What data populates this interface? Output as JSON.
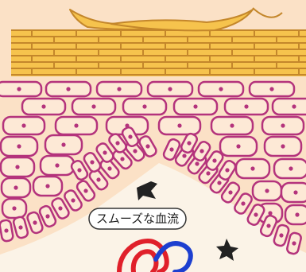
{
  "diagram": {
    "label": "スムーズな血流",
    "colors": {
      "background": "#fbe1c6",
      "stratum_corneum": "#f6c34d",
      "stratum_lines": "#c4872b",
      "cell_outline": "#b4337c",
      "cell_fill": "#fde9d6",
      "dermis": "#fbf3e7",
      "melanin": "#222222",
      "artery": "#e0202a",
      "vein": "#1d3fd0"
    },
    "icons": [
      "keratin-layer",
      "skin-cells",
      "melanin-speck",
      "blood-vessel"
    ]
  }
}
